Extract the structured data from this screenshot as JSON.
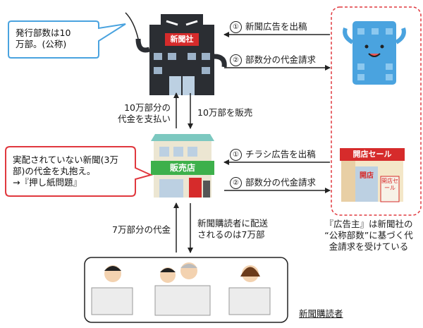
{
  "bubble_top": {
    "line1": "発行部数は10",
    "line2": "万部。(公称)"
  },
  "bubble_mid": {
    "line1": "実配されていない新聞(3万",
    "line2": "部)の代金を丸抱え。",
    "line3": "→『押し紙問題』"
  },
  "newspaper_sign": "新聞社",
  "shop_sign": "販売店",
  "store_sign": "開店セール",
  "store_door": "開店",
  "store_flag": "開店セール",
  "ad_top": {
    "num": "①",
    "label": "新聞広告を出稿"
  },
  "bill_top": {
    "num": "②",
    "label": "部数分の代金請求"
  },
  "ad_mid": {
    "num": "①",
    "label": "チラシ広告を出稿"
  },
  "bill_mid": {
    "num": "②",
    "label": "部数分の代金請求"
  },
  "pay_label": {
    "line1": "10万部分の",
    "line2": "代金を支払い"
  },
  "sell_label": "10万部を販売",
  "pay7_label": "7万部分の代金",
  "deliver_label": {
    "line1": "新聞購読者に配送",
    "line2": "されるのは7万部"
  },
  "advertiser_note": {
    "line1": "『広告主』は新聞社の",
    "line2": "“公称部数”に基づく代",
    "line3": "金請求を受けている"
  },
  "readers_label": "新聞購読者",
  "colors": {
    "building_dark": "#2b2e33",
    "shop_green": "#3db04b",
    "shop_roof": "#7cc8c0",
    "bubble_stroke": "#e0383e",
    "dashed": "#e0383e",
    "advertiser_blue": "#4aa3df"
  }
}
